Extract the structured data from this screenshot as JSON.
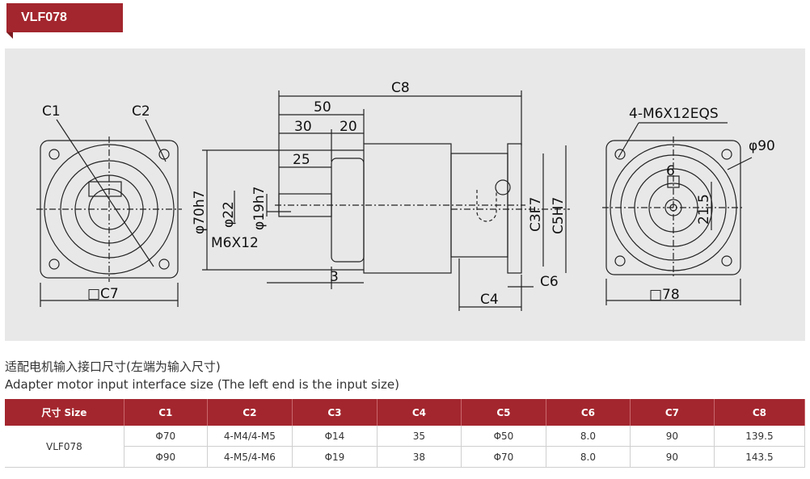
{
  "model_tag": "VLF078",
  "drawing": {
    "labels": {
      "c1": "C1",
      "c2": "C2",
      "c7_square": "□C7",
      "c8": "C8",
      "d50": "50",
      "d30": "30",
      "d20": "20",
      "d25": "25",
      "phi70h7": "φ70h7",
      "phi22": "φ22",
      "phi19h7": "φ19h7",
      "m6x12": "M6X12",
      "d3": "3",
      "c4": "C4",
      "c6": "C6",
      "c3f7": "C3F7",
      "c5h7": "C5H7",
      "bolt_spec": "4-M6X12EQS",
      "phi90": "φ90",
      "d6": "6",
      "d21_5": "21.5",
      "sq78": "□78"
    }
  },
  "caption": {
    "cn": "适配电机输入接口尺寸(左端为输入尺寸)",
    "en": "Adapter motor input interface size (The left end is the input size)"
  },
  "table": {
    "headers": [
      "尺寸 Size",
      "C1",
      "C2",
      "C3",
      "C4",
      "C5",
      "C6",
      "C7",
      "C8"
    ],
    "model": "VLF078",
    "rows": [
      [
        "Φ70",
        "4-M4/4-M5",
        "Φ14",
        "35",
        "Φ50",
        "8.0",
        "90",
        "139.5"
      ],
      [
        "Φ90",
        "4-M5/4-M6",
        "Φ19",
        "38",
        "Φ70",
        "8.0",
        "90",
        "143.5"
      ]
    ]
  }
}
